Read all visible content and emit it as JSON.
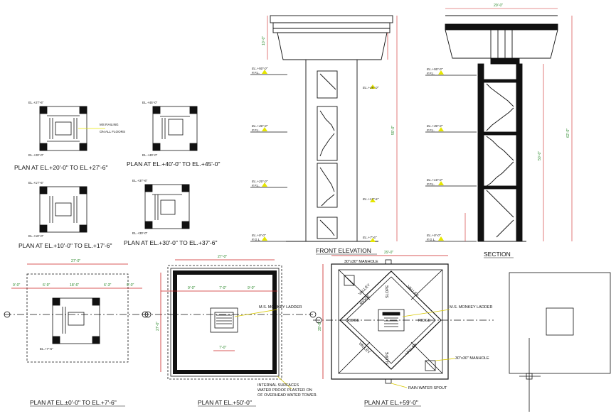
{
  "captions": {
    "plan_20_27": "PLAN AT EL.+20'-0\" TO EL.+27'-6\"",
    "plan_40_45": "PLAN AT EL.+40'-0\" TO EL.+45'-0\"",
    "plan_10_17": "PLAN AT EL.+10'-0\" TO EL.+17'-6\"",
    "plan_30_37": "PLAN AT EL.+30'-0\" TO EL.+37'-6\"",
    "front_elevation": "FRONT ELEVATION",
    "section": "SECTION",
    "plan_0_7": "PLAN AT EL.±0'-0\" TO EL.+7'-6\"",
    "plan_50": "PLAN AT EL.+50'-0\"",
    "plan_59": "PLAN AT EL.+59'-0\""
  },
  "labels": {
    "ms_railing": "MS RAILING",
    "on_all_floors": "ON ALL FLOORS",
    "ms_monkey_ladder": "M.S. MONKEY LADDER",
    "manhole": "30\"x30\" MANHOLE",
    "valley": "VALLEY",
    "ridge": "RIDGE",
    "slope": "SLOPE",
    "rain_water_spout": "RAIN WATER SPOUT",
    "internal_1": "INTERNAL SURFACES",
    "internal_2": "WATER PROOF PLASTER ON",
    "internal_3": "OF OVERHEAD WATER TOWER.",
    "ffl": "F.F.L.",
    "fgl": "F.G.L."
  },
  "dims": {
    "d27_0": "27'-0\"",
    "d29_0": "29'-0\"",
    "d9_0": "9'-0\"",
    "d7_0": "7'-0\"",
    "d6_9": "6'-9\"",
    "d6_3": "6'-3\"",
    "d18_6": "18'-6\"",
    "d59_0": "59'-0\"",
    "d62_0": "62'-0\"",
    "d50_0": "50'-0\"",
    "d10_0": "10'-0\""
  },
  "levels": {
    "el_50": "EL.+50'-0\"",
    "el_40": "EL.+40'-0\"",
    "el_30": "EL.+30'-0\"",
    "el_20": "EL.+20'-0\"",
    "el_10": "EL.+10'-0\"",
    "el_0": "EL.+0'-0\"",
    "el_27": "EL.+27'-6\"",
    "el_17": "EL.+17'-6\"",
    "el_37": "EL.+37'-6\"",
    "el_45": "EL.+45'-0\"",
    "el_7": "EL.+7'-6\""
  },
  "colors": {
    "line": "#111111",
    "dimension": "#2e8b2e",
    "level_marker": "#e6e600",
    "leader": "#d8c800",
    "section_hatch": "#111111",
    "grid_red": "#cc2222"
  }
}
